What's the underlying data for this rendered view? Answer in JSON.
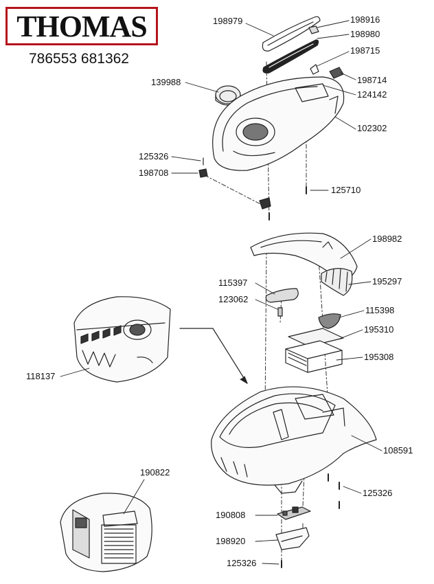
{
  "brand": {
    "name": "THOMAS",
    "accent": "#b5121b"
  },
  "catalog_numbers": "786553 681362",
  "parts": [
    {
      "id": "p1",
      "number": "198979"
    },
    {
      "id": "p2",
      "number": "198916"
    },
    {
      "id": "p3",
      "number": "198980"
    },
    {
      "id": "p4",
      "number": "198715"
    },
    {
      "id": "p5",
      "number": "198714"
    },
    {
      "id": "p6",
      "number": "139988"
    },
    {
      "id": "p7",
      "number": "124142"
    },
    {
      "id": "p8",
      "number": "102302"
    },
    {
      "id": "p9",
      "number": "125326"
    },
    {
      "id": "p10",
      "number": "198708"
    },
    {
      "id": "p11",
      "number": "125710"
    },
    {
      "id": "p12",
      "number": "198982"
    },
    {
      "id": "p13",
      "number": "115397"
    },
    {
      "id": "p14",
      "number": "195297"
    },
    {
      "id": "p15",
      "number": "123062"
    },
    {
      "id": "p16",
      "number": "115398"
    },
    {
      "id": "p17",
      "number": "195310"
    },
    {
      "id": "p18",
      "number": "195308"
    },
    {
      "id": "p19",
      "number": "118137"
    },
    {
      "id": "p20",
      "number": "108591"
    },
    {
      "id": "p21",
      "number": "125326"
    },
    {
      "id": "p22",
      "number": "190822"
    },
    {
      "id": "p23",
      "number": "190808"
    },
    {
      "id": "p24",
      "number": "198920"
    },
    {
      "id": "p25",
      "number": "125326"
    }
  ]
}
